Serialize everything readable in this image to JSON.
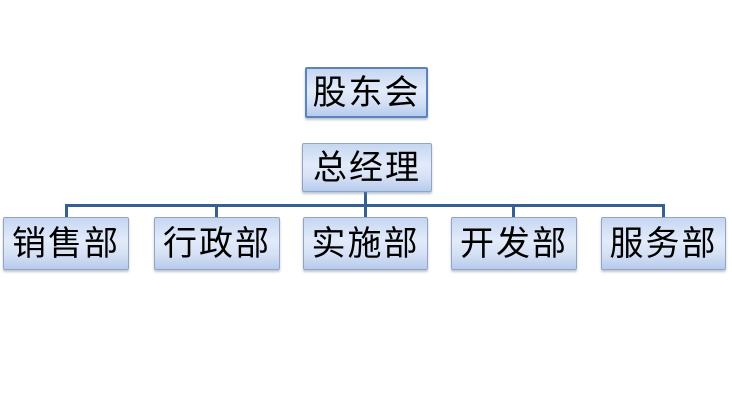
{
  "org_chart": {
    "root": {
      "label": "股东会"
    },
    "manager": {
      "label": "总经理"
    },
    "departments": [
      {
        "label": "销售部"
      },
      {
        "label": "行政部"
      },
      {
        "label": "实施部"
      },
      {
        "label": "开发部"
      },
      {
        "label": "服务部"
      }
    ]
  },
  "colors": {
    "background": "#ffffff",
    "connector": "#376092",
    "box_border": "#95a4c0",
    "root_border": "#5b84bc",
    "fill_top": "#c6d6f1",
    "fill_mid": "#e3ebfa",
    "fill_bottom": "#b6cbed",
    "text": "#000000"
  }
}
